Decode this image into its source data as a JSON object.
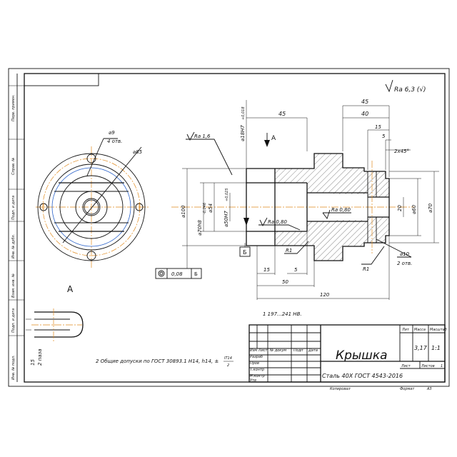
{
  "roughness_general": "Ra 6,3 (√)",
  "view_label": "A",
  "view_label_arrow": "A",
  "section_label": "Б",
  "dims": {
    "d45_top": "45",
    "d45_right": "45",
    "d40": "40",
    "d15_top": "15",
    "d5_top": "5",
    "chamfer": "2x45°",
    "d9": "⌀9",
    "d9_count": "4 отв.",
    "d85": "⌀85",
    "ra16": "Ra 1,6",
    "d18": "⌀18H7",
    "d18_tol": "+0,018",
    "d100": "⌀100",
    "d70": "⌀70h8",
    "d70_tol": "-0,046",
    "d54": "⌀54",
    "d50": "⌀50H7",
    "d50_tol": "+0,025",
    "ra080_a": "Ra 0,80",
    "ra080_b": "Ra 0,80",
    "r1_a": "R1",
    "r1_b": "R1",
    "d20": "20",
    "d60": "⌀60",
    "d70_right": "⌀70",
    "d10": "⌀10",
    "d10_count": "2 отв.",
    "d15_bot": "15",
    "d5_bot": "5",
    "d50_bot": "50",
    "d120": "120",
    "runout": "0,08",
    "datum_b": "Б",
    "d15_side": "15",
    "d15_side_note": "2 паза"
  },
  "notes": {
    "note1": "1 197...241 НВ.",
    "note2_prefix": "2  Общие допуски по ГОСТ 30893.1 H14, h14, ±",
    "note2_frac_num": "IT14",
    "note2_frac_den": "2"
  },
  "title_block": {
    "part_name": "Крышка",
    "material": "Сталь 40Х ГОСТ 4543-2016",
    "lit_header": "Лит",
    "mass_header": "Масса",
    "scale_header": "Масштаб",
    "mass": "3,17",
    "scale": "1:1",
    "sheet_label": "Лист",
    "sheets_label": "Листов",
    "sheets_count": "1",
    "copied": "Копировал",
    "format": "Формат",
    "format_value": "А3",
    "rows": [
      "Изм Лист",
      "Разраб",
      "Пров",
      "Т.контр",
      "",
      "Н.контр",
      "Утв"
    ],
    "cols": [
      "№ докум",
      "Подп",
      "Дата"
    ]
  },
  "left_strip": [
    "Перв. примен.",
    "Справ. №",
    "Подп. и дата",
    "Инв. № дубл.",
    "Взам. инв. №",
    "Подп. и дата",
    "Инв. № подл."
  ]
}
